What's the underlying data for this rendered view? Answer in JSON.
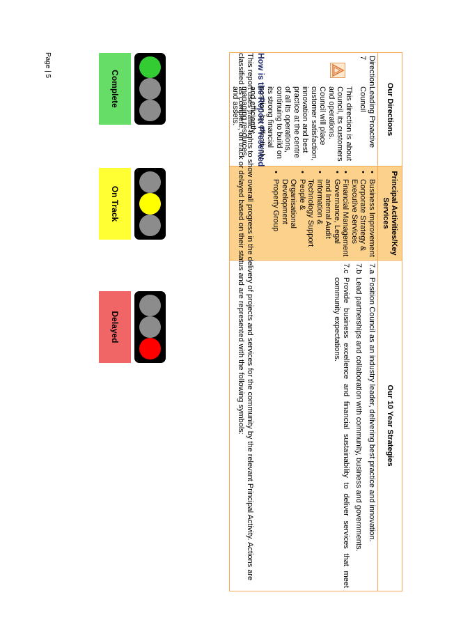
{
  "table": {
    "headers": {
      "directions": "Our Directions",
      "services": "Principal Activities/Key Services",
      "strategies": "Our 10 Year Strategies"
    },
    "direction": {
      "code": "Direction 7",
      "title": "Leading Proactive Council",
      "description": "This direction is about Council, its customers and operations. Council will place customer satisfaction, innovation and best practice at the centre of all its operations, continuing to build on its strong financial position by effectively and efficiently managing resources and assets."
    },
    "services": [
      "Business Improvement",
      "Corporate Strategy & Executive Services",
      "Financial Management",
      "Governance, Legal and Internal Audit",
      "Information & Technology Support",
      "People & Organisational Development",
      "Property Group"
    ],
    "strategies": [
      {
        "code": "7.a",
        "text": "Position Council as an industry leader, delivering best practice and innovation."
      },
      {
        "code": "7.b",
        "text": "Lead partnerships and collaboration with community, business and governments."
      },
      {
        "code": "7.c",
        "text": "Provide business excellence and financial sustainability to deliver services that meet community expectations."
      }
    ]
  },
  "section": {
    "heading": "How is the Report Presented",
    "intro": "This report uses traffic lights to show overall progress in the delivery of projects and services for the community by the relevant Principal Activity. Actions are classified as complete, on track or delayed based on their status and are represented with the following symbols:"
  },
  "legend": [
    {
      "label": "Complete",
      "lamp_on": 1,
      "lamp_color": "#33cc33",
      "box_color": "#66dd66"
    },
    {
      "label": "On Track",
      "lamp_on": 2,
      "lamp_color": "#ffff00",
      "box_color": "#ffff33"
    },
    {
      "label": "Delayed",
      "lamp_on": 3,
      "lamp_color": "#ff0000",
      "box_color": "#f06666"
    }
  ],
  "colors": {
    "border": "#f3a653",
    "service_bg": "#fbd18c",
    "heading": "#1f2a6b"
  },
  "footer": {
    "page": "Page | 5"
  }
}
